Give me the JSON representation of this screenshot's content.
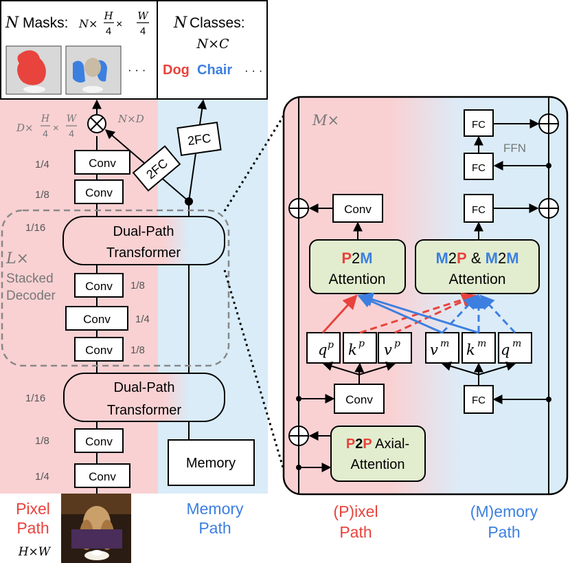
{
  "top": {
    "masks": {
      "n": "N",
      "label": "Masks:",
      "formula_n": "N×",
      "h": "H",
      "w": "W",
      "four": "4",
      "times": "×",
      "dots": "· · ·"
    },
    "classes": {
      "n": "N",
      "label": "Classes:",
      "shape": "N×C",
      "dog": "Dog",
      "chair": "Chair",
      "dots": "· · ·"
    }
  },
  "left": {
    "dxhw": {
      "d": "D×",
      "h": "H",
      "w": "W",
      "four": "4",
      "times": "×"
    },
    "nxd": "N×D",
    "conv": "Conv",
    "fc2": "2FC",
    "dpt_line1": "Dual-Path",
    "dpt_line2": "Transformer",
    "memory": "Memory",
    "lx": "L×",
    "stacked": "Stacked",
    "decoder": "Decoder",
    "res": {
      "r4": "1/4",
      "r8": "1/8",
      "r16": "1/16"
    },
    "pixel_path": [
      "Pixel",
      "Path"
    ],
    "memory_path": [
      "Memory",
      "Path"
    ],
    "hxw": "H×W"
  },
  "right": {
    "mx": "M×",
    "fc": "FC",
    "ffn": "FFN",
    "conv": "Conv",
    "p2m": {
      "p": "P",
      "two": "2",
      "m": "M",
      "attn": "Attention"
    },
    "m2p": {
      "m1": "M",
      "two1": "2",
      "p": "P",
      "amp": " & ",
      "m2": "M",
      "two2": "2",
      "m3": "M",
      "attn": "Attention"
    },
    "p2p": {
      "p1": "P",
      "two": "2",
      "p2": "P",
      "axial": " Axial-",
      "attn": "Attention"
    },
    "q": {
      "qp": "q",
      "kp": "k",
      "vp": "v",
      "vm": "v",
      "km": "k",
      "qm": "q",
      "p": "p",
      "m": "m"
    },
    "pixel_path": [
      "(P)ixel",
      "Path"
    ],
    "memory_path": [
      "(M)emory",
      "Path"
    ]
  },
  "colors": {
    "red": "#e8433c",
    "blue": "#3c7fe0",
    "pink": "#f9d1d3",
    "lightblue": "#d9ecf8",
    "green": "#e2edcf",
    "gray": "#777777"
  }
}
